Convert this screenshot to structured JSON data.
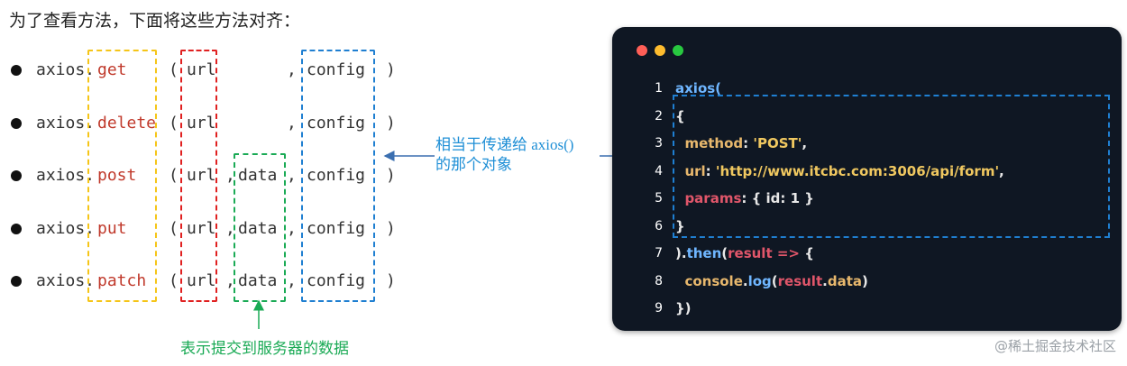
{
  "intro": "为了查看方法，下面将这些方法对齐：",
  "rows": [
    {
      "obj": "axios.",
      "method": "get",
      "open": "(",
      "url": "url",
      "sep1": "",
      "data": "",
      "sep2": ",",
      "config": "config",
      "close": ")"
    },
    {
      "obj": "axios.",
      "method": "delete",
      "open": "(",
      "url": "url",
      "sep1": "",
      "data": "",
      "sep2": ",",
      "config": "config",
      "close": ")"
    },
    {
      "obj": "axios.",
      "method": "post",
      "open": "(",
      "url": "url",
      "sep1": ",",
      "data": "data",
      "sep2": ",",
      "config": "config",
      "close": ")"
    },
    {
      "obj": "axios.",
      "method": "put",
      "open": "(",
      "url": "url",
      "sep1": ",",
      "data": "data",
      "sep2": ",",
      "config": "config",
      "close": ")"
    },
    {
      "obj": "axios.",
      "method": "patch",
      "open": "(",
      "url": "url",
      "sep1": ",",
      "data": "data",
      "sep2": ",",
      "config": "config",
      "close": ")"
    }
  ],
  "annotations": {
    "config_note_line1": "相当于传递给 axios()",
    "config_note_line2": "的那个对象",
    "data_note": "表示提交到服务器的数据"
  },
  "colors": {
    "method_box": "#f5c518",
    "url_box": "#e02020",
    "data_box": "#1aaa55",
    "config_box": "#1f7fd1"
  },
  "editor": {
    "window_dots": [
      "#ff5f57",
      "#febc2e",
      "#28c840"
    ],
    "lines": [
      {
        "n": "1",
        "parts": [
          {
            "t": "axios(",
            "c": "c-fn"
          }
        ]
      },
      {
        "n": "2",
        "parts": [
          {
            "t": "{",
            "c": "c-wh"
          }
        ]
      },
      {
        "n": "3",
        "parts": [
          {
            "t": "  method",
            "c": "c-key"
          },
          {
            "t": ": ",
            "c": "c-wh"
          },
          {
            "t": "'POST'",
            "c": "c-str"
          },
          {
            "t": ",",
            "c": "c-wh"
          }
        ]
      },
      {
        "n": "4",
        "parts": [
          {
            "t": "  url",
            "c": "c-key"
          },
          {
            "t": ": ",
            "c": "c-wh"
          },
          {
            "t": "'http://www.itcbc.com:3006/api/form'",
            "c": "c-str"
          },
          {
            "t": ",",
            "c": "c-wh"
          }
        ]
      },
      {
        "n": "5",
        "parts": [
          {
            "t": "  params",
            "c": "c-var"
          },
          {
            "t": ": { ",
            "c": "c-wh"
          },
          {
            "t": "id",
            "c": "c-wh"
          },
          {
            "t": ": 1 }",
            "c": "c-wh"
          }
        ]
      },
      {
        "n": "6",
        "parts": [
          {
            "t": "}",
            "c": "c-wh"
          }
        ]
      },
      {
        "n": "7",
        "parts": [
          {
            "t": ").",
            "c": "c-wh"
          },
          {
            "t": "then",
            "c": "c-fn"
          },
          {
            "t": "(",
            "c": "c-wh"
          },
          {
            "t": "result",
            "c": "c-var"
          },
          {
            "t": " => ",
            "c": "c-op"
          },
          {
            "t": "{",
            "c": "c-wh"
          }
        ]
      },
      {
        "n": "8",
        "parts": [
          {
            "t": "  console",
            "c": "c-key"
          },
          {
            "t": ".",
            "c": "c-wh"
          },
          {
            "t": "log",
            "c": "c-fn"
          },
          {
            "t": "(",
            "c": "c-wh"
          },
          {
            "t": "result",
            "c": "c-var"
          },
          {
            "t": ".",
            "c": "c-wh"
          },
          {
            "t": "data",
            "c": "c-key"
          },
          {
            "t": ")",
            "c": "c-wh"
          }
        ]
      },
      {
        "n": "9",
        "parts": [
          {
            "t": "})",
            "c": "c-wh"
          }
        ]
      }
    ]
  },
  "watermark": "@稀土掘金技术社区"
}
